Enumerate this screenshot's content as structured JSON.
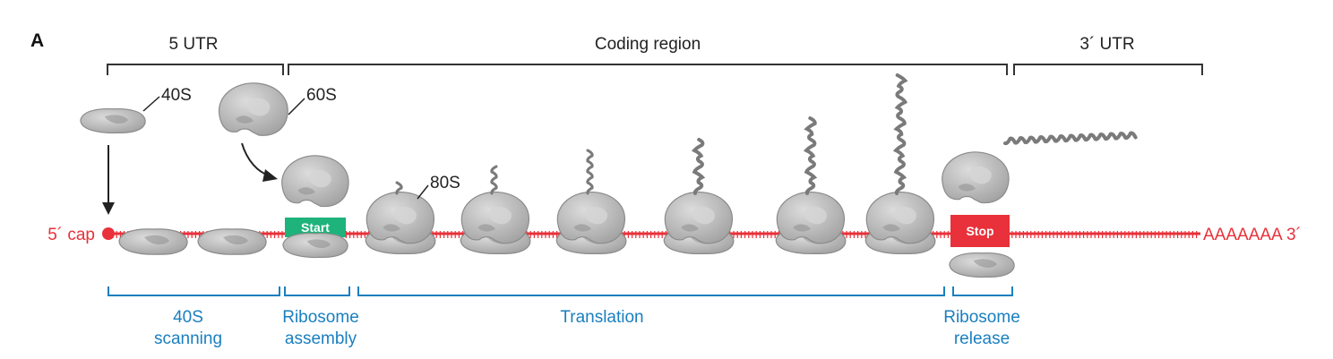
{
  "panel_label": "A",
  "regions": {
    "utr5": "5 UTR",
    "coding": "Coding region",
    "utr3": "3´ UTR"
  },
  "subunits": {
    "small": "40S",
    "large": "60S",
    "full": "80S"
  },
  "mrna": {
    "cap": "5´ cap",
    "tail": "AAAAAAA 3´"
  },
  "codons": {
    "start": "Start",
    "stop": "Stop"
  },
  "stages": {
    "scanning_line1": "40S",
    "scanning_line2": "scanning",
    "assembly_line1": "Ribosome",
    "assembly_line2": "assembly",
    "translation": "Translation",
    "release_line1": "Ribosome",
    "release_line2": "release"
  },
  "colors": {
    "mrna": "#e8313a",
    "start_box": "#1db37a",
    "stop_box": "#e8313a",
    "stage_bracket": "#1a7fbf",
    "ribosome": "#b4b4b4",
    "peptide": "#7a7a7a"
  }
}
